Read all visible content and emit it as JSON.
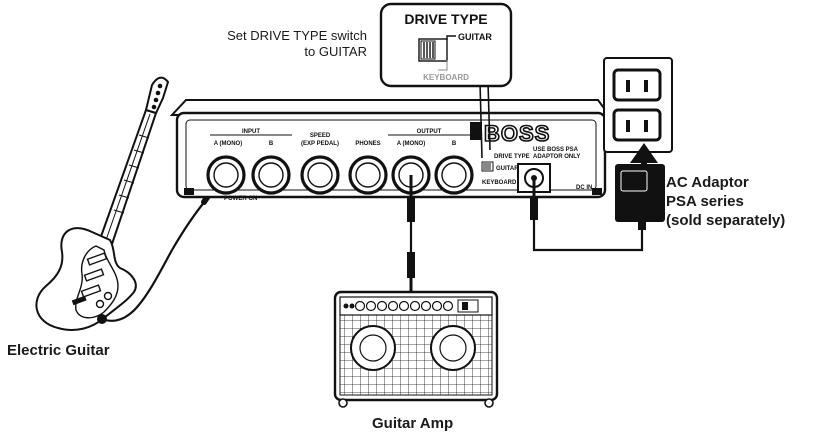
{
  "instruction": {
    "line1": "Set DRIVE TYPE switch",
    "line2": "to GUITAR"
  },
  "callout": {
    "title": "DRIVE TYPE",
    "guitar": "GUITAR",
    "keyboard": "KEYBOARD"
  },
  "pedal": {
    "brand": "BOSS",
    "input": "INPUT",
    "input_a": "A (MONO)",
    "input_b": "B",
    "speed": "SPEED",
    "exp_pedal": "(EXP PEDAL)",
    "phones": "PHONES",
    "output": "OUTPUT",
    "output_a": "A (MONO)",
    "output_b": "B",
    "drive_type": "DRIVE TYPE",
    "guitar": "GUITAR",
    "keyboard": "KEYBOARD",
    "use_boss": "USE BOSS PSA",
    "adaptor_only": "ADAPTOR ONLY",
    "dc_in": "DC IN",
    "power_on": "POWER ON"
  },
  "labels": {
    "guitar": "Electric Guitar",
    "amp": "Guitar Amp",
    "adaptor_l1": "AC Adaptor",
    "adaptor_l2": "PSA series",
    "adaptor_l3": "(sold separately)"
  }
}
